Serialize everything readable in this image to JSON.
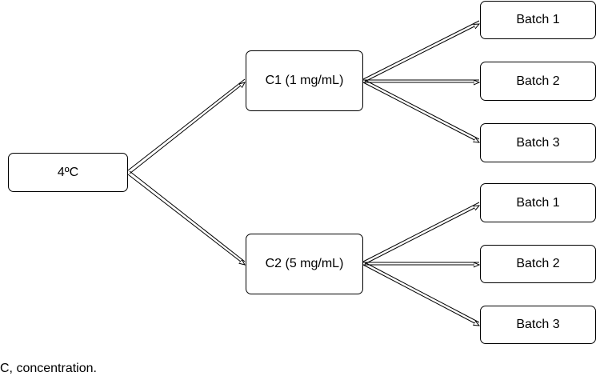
{
  "nodes": {
    "root": "4ºC",
    "c1": "C1 (1 mg/mL)",
    "c2": "C2 (5 mg/mL)",
    "c1_batches": [
      "Batch 1",
      "Batch 2",
      "Batch 3"
    ],
    "c2_batches": [
      "Batch 1",
      "Batch 2",
      "Batch 3"
    ]
  },
  "caption": "C, concentration."
}
